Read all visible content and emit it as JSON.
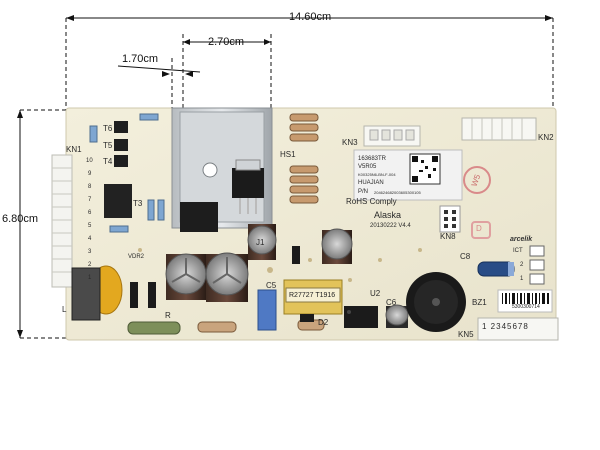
{
  "dimensions": {
    "total_width": "14.60cm",
    "heatsink_width": "2.70cm",
    "offset": "1.70cm",
    "height": "6.80cm"
  },
  "board": {
    "connector_labels": {
      "kn1": "KN1",
      "kn2": "KN2",
      "kn3": "KN3",
      "kn5": "KN5",
      "kn8": "KN8"
    },
    "kn5_pins": "1 2345678",
    "component_labels": {
      "hs1": "HS1",
      "t6": "T6",
      "t5": "T5",
      "t4": "T4",
      "t3": "T3",
      "j1": "J1",
      "c5": "C5",
      "c6": "C6",
      "c8": "C8",
      "u2": "U2",
      "bz1": "BZ1",
      "vdr2": "VDR2",
      "l": "L",
      "r": "R",
      "d2": "D2",
      "w5": "W5",
      "d": "D"
    },
    "transformer_text": "R27727 T1916",
    "manufacturer_line": "RoHS Comply",
    "product_name": "Alaska",
    "date_code": "20130222 V4.4",
    "label_lines": [
      "163683TR",
      "V5R05",
      "K00325N6-BN-F-004",
      "HUAJIAN"
    ],
    "label_pn_key": "P/N",
    "label_pn_value": "204624682003605300105",
    "brand": "arcelik",
    "sticker_code": "5300300714",
    "kn1_pins": [
      "10",
      "9",
      "8",
      "7",
      "6",
      "5",
      "4",
      "3",
      "2",
      "1"
    ],
    "side_pads": [
      "ICT",
      "2",
      "1"
    ]
  }
}
